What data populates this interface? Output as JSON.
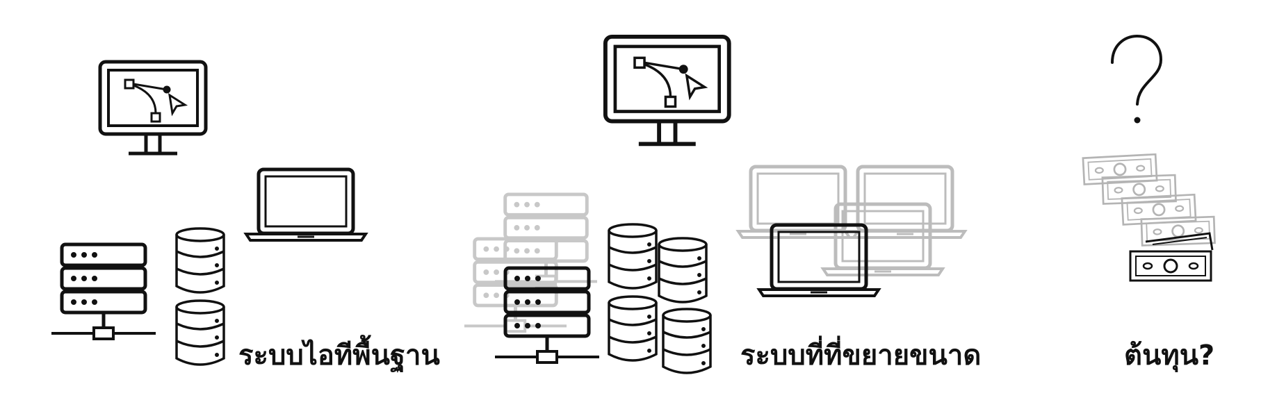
{
  "captions": {
    "basic_it": "ระบบไอทีพื้นฐาน",
    "scalable_system": "ระบบที่ที่ขยายขนาด",
    "cost": "ต้นทุน?"
  },
  "icons": {
    "design_monitor": "design-monitor-icon",
    "laptop": "laptop-icon",
    "server_rack": "server-rack-icon",
    "database": "database-icon",
    "question_mark": "question-mark-icon",
    "banknote": "banknote-icon"
  },
  "colors": {
    "ink": "#111111",
    "faded": "#b8b8b8",
    "background": "#ffffff"
  }
}
